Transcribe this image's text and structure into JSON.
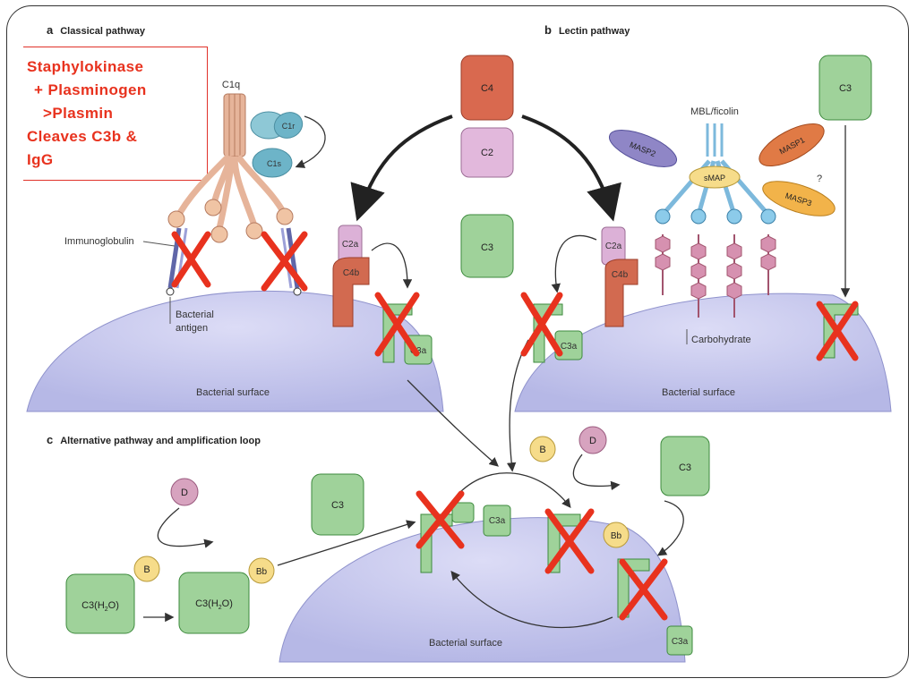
{
  "panels": {
    "a": {
      "letter": "a",
      "title": "Classical pathway"
    },
    "b": {
      "letter": "b",
      "title": "Lectin pathway"
    },
    "c": {
      "letter": "c",
      "title": "Alternative pathway and amplification loop"
    }
  },
  "callout": {
    "lines": [
      "Staphylokinase",
      "+ Plasminogen",
      ">Plasmin",
      "Cleaves C3b &",
      "IgG"
    ],
    "color": "#e8321e"
  },
  "labels": {
    "c1q": "C1q",
    "c1r": "C1r",
    "c1s": "C1s",
    "immunoglobulin": "Immunoglobulin",
    "bacterial_antigen_1": "Bacterial",
    "bacterial_antigen_2": "antigen",
    "bacterial_surface": "Bacterial surface",
    "c2a": "C2a",
    "c4b": "C4b",
    "c3a": "C3a",
    "c4": "C4",
    "c2": "C2",
    "c3": "C3",
    "mbl_ficolin": "MBL/ficolin",
    "masp1": "MASP1",
    "masp2": "MASP2",
    "masp3": "MASP3",
    "smap": "sMAP",
    "question": "?",
    "carbohydrate": "Carbohydrate",
    "b": "B",
    "d": "D",
    "bb": "Bb",
    "c3h2o_prefix": "C3(H",
    "c3h2o_sub": "2",
    "c3h2o_suffix": "O)"
  },
  "colors": {
    "green_fill": "#9fd29a",
    "green_stroke": "#3d8a3d",
    "surface": "#c9cbee",
    "red_cross": "#e8321e",
    "c4_fill": "#d9694f",
    "c2_fill": "#e2b8dc",
    "factor_b": "#f6dc8a",
    "factor_d": "#d7a3bf"
  }
}
